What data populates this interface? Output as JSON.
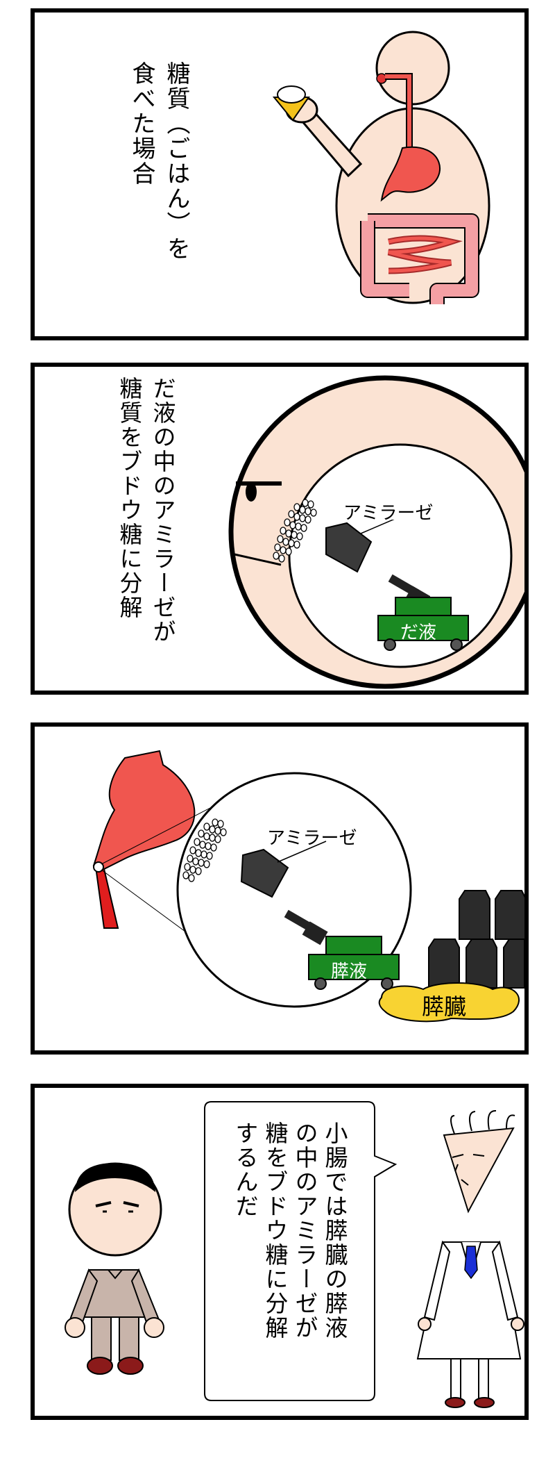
{
  "panel1": {
    "narration_line1": "糖質（ごはん）を",
    "narration_line2": "食べた場合"
  },
  "panel2": {
    "narration_line1": "だ液の中のアミラーゼが",
    "narration_line2": "糖質をブドウ糖に分解",
    "enzyme_label": "アミラーゼ",
    "cart_label": "だ液"
  },
  "panel3": {
    "enzyme_label": "アミラーゼ",
    "cart_label": "膵液",
    "organ_label": "膵臓"
  },
  "panel4": {
    "speech_line1": "小腸では膵臓の膵液",
    "speech_line2": "の中のアミラーゼが",
    "speech_line3": "糖をブドウ糖に分解",
    "speech_line4": "するんだ"
  },
  "colors": {
    "skin": "#fbe3d3",
    "organ_red": "#f0564f",
    "intestine_pink": "#f4a0a4",
    "cart_green": "#1a8a22",
    "pancreas_yellow": "#f8d332",
    "enzyme_dark": "#3a3a3a",
    "tie_blue": "#1a2fd6"
  }
}
